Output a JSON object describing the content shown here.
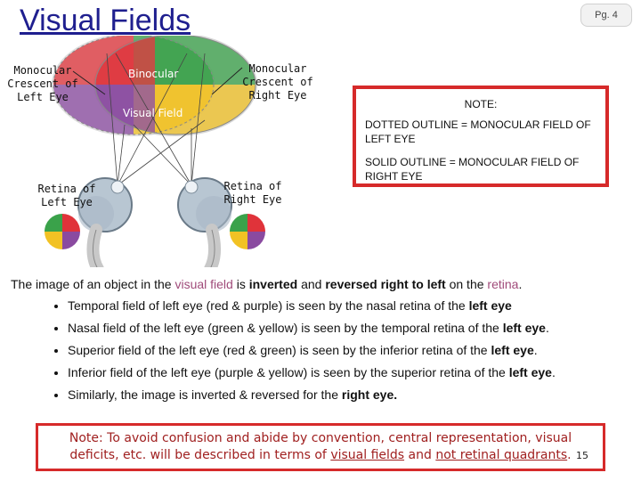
{
  "title": "Visual Fields",
  "page_label": "Pg. 4",
  "diagram": {
    "label_monocular_left": [
      "Monocular",
      "Crescent of",
      "Left Eye"
    ],
    "label_binocular": "Binocular",
    "label_visual_field": "Visual Field",
    "label_monocular_right": [
      "Monocular",
      "Crescent of",
      "Right Eye"
    ],
    "label_retina_left": [
      "Retina of",
      "Left Eye"
    ],
    "label_retina_right": [
      "Retina of",
      "Right Eye"
    ],
    "colors": {
      "red": "#e0333a",
      "green": "#3aa24a",
      "purple": "#8a4aa0",
      "yellow": "#f2c224",
      "outline": "#999999"
    }
  },
  "note": {
    "heading": "NOTE:",
    "line1": "DOTTED OUTLINE = MONOCULAR FIELD OF LEFT EYE",
    "line2": "SOLID OUTLINE = MONOCULAR FIELD OF RIGHT EYE"
  },
  "body": {
    "intro": {
      "t1": "The image of an object in the ",
      "t2": "visual field",
      "t3": " is ",
      "t4": "inverted",
      "t5": " and ",
      "t6": "reversed right to left",
      "t7": " on the ",
      "t8": "retina",
      "t9": "."
    },
    "bullets": [
      {
        "pre": "Temporal field of left eye (red & purple) is seen by the nasal retina of the ",
        "bold": "left eye",
        "post": ""
      },
      {
        "pre": "Nasal field of the left eye (green & yellow) is seen by the temporal retina of the ",
        "bold": "left eye",
        "post": "."
      },
      {
        "pre": "Superior field of the left eye (red & green) is seen by the inferior retina of the ",
        "bold": "left eye",
        "post": "."
      },
      {
        "pre": "Inferior field of the left eye (purple & yellow) is seen by the superior retina of the ",
        "bold": "left eye",
        "post": "."
      },
      {
        "pre": "Similarly, the image is inverted & reversed for the ",
        "bold": "right eye.",
        "post": ""
      }
    ]
  },
  "bottom_note": {
    "line1": "Note:  To avoid confusion and abide by convention, central representation, visual",
    "line2_pre": "deficits, etc. will be described in terms of ",
    "line2_u1": "visual fields",
    "line2_mid": " and ",
    "line2_u2": "not retinal quadrants",
    "line2_post": ".",
    "slide_number": "15"
  }
}
